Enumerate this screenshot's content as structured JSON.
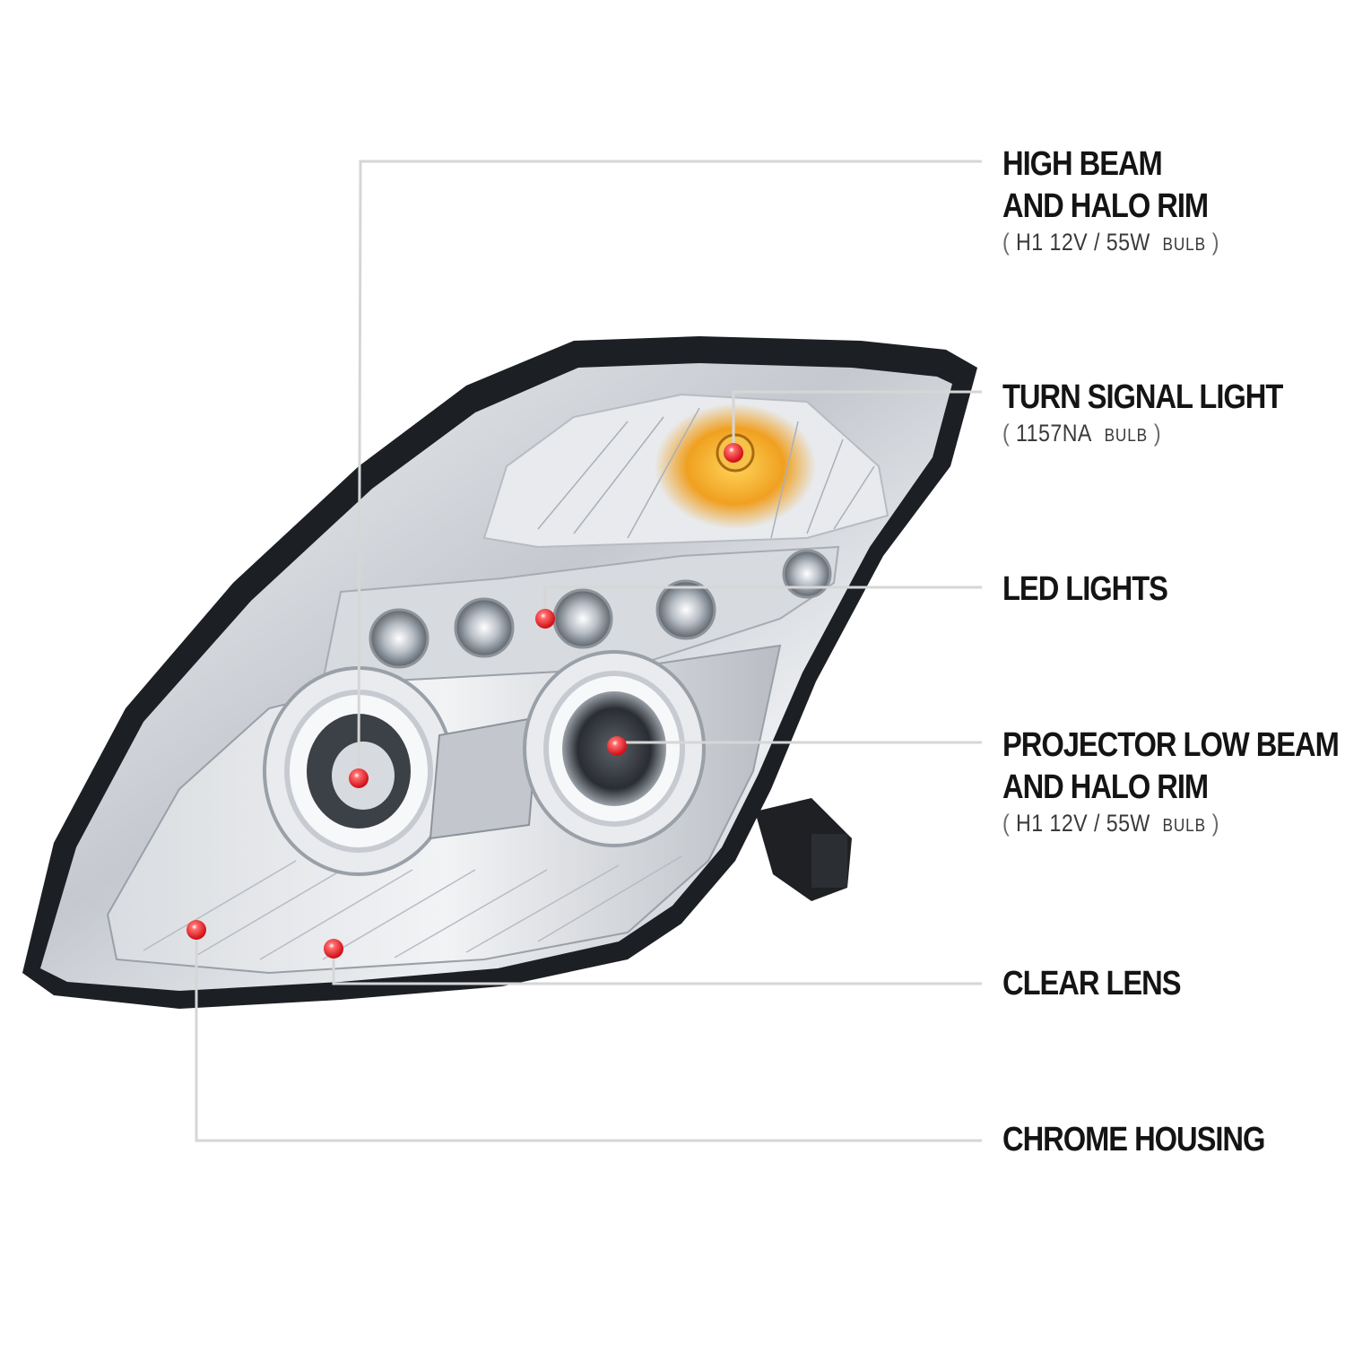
{
  "callouts": [
    {
      "title_lines": [
        "HIGH BEAM",
        "AND HALO RIM"
      ],
      "spec": "H1  12V / 55W",
      "spec_suffix": "BULB"
    },
    {
      "title_lines": [
        "TURN SIGNAL LIGHT"
      ],
      "spec": "1157NA",
      "spec_suffix": "BULB"
    },
    {
      "title_lines": [
        "LED LIGHTS"
      ]
    },
    {
      "title_lines": [
        "PROJECTOR LOW BEAM",
        "AND HALO RIM"
      ],
      "spec": "H1  12V / 55W",
      "spec_suffix": "BULB"
    },
    {
      "title_lines": [
        "CLEAR LENS"
      ]
    },
    {
      "title_lines": [
        "CHROME HOUSING"
      ]
    }
  ],
  "colors": {
    "marker": "#e01b22",
    "leader_line": "#d6d6d6",
    "housing_chrome": "#c9ccd1",
    "bezel": "#1c1f24",
    "amber": "#f0a020"
  }
}
